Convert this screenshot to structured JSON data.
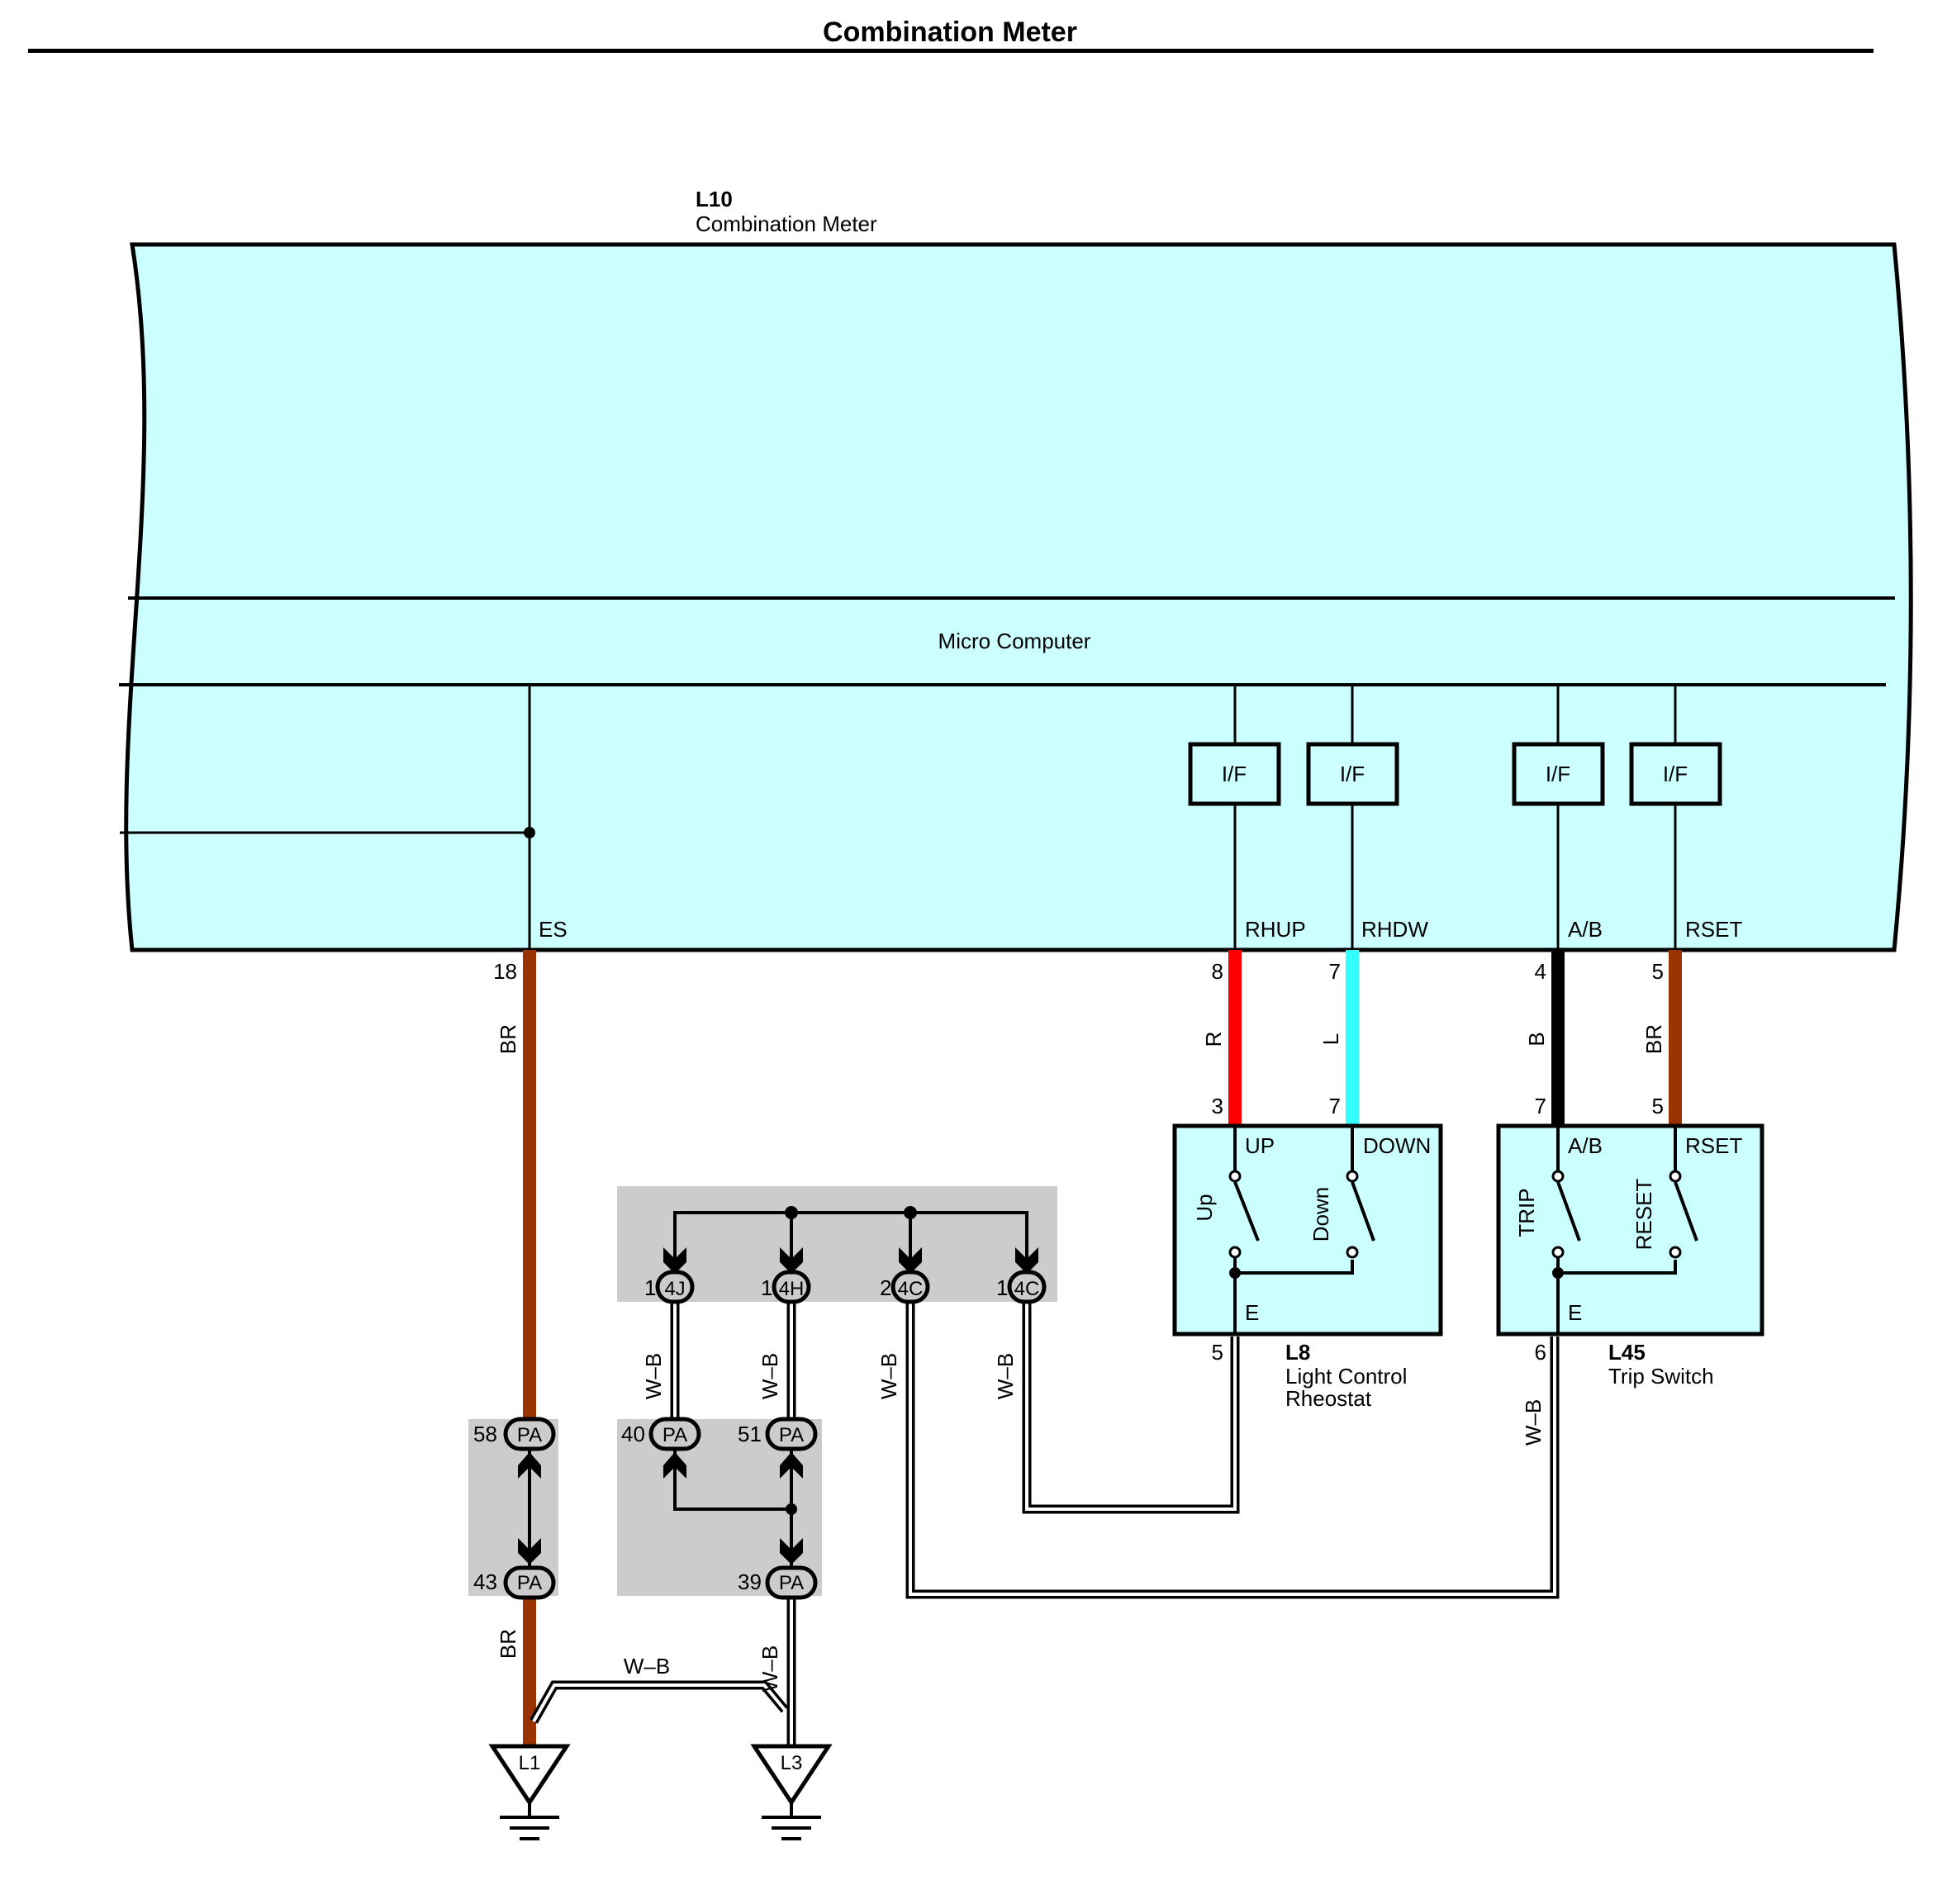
{
  "title": "Combination Meter",
  "meter": {
    "id": "L10",
    "name": "Combination Meter",
    "micro_label": "Micro Computer"
  },
  "terminals": {
    "es": "ES",
    "rhup": "RHUP",
    "rhdw": "RHDW",
    "ab": "A/B",
    "rset": "RSET"
  },
  "if_label": "I/F",
  "meter_pins": {
    "es": "18",
    "rhup": "8",
    "rhdw": "7",
    "ab": "4",
    "rset": "5"
  },
  "wire_colors": {
    "br": "BR",
    "r": "R",
    "l": "L",
    "b": "B",
    "wb": "W–B"
  },
  "rheostat": {
    "id": "L8",
    "name_line1": "Light Control",
    "name_line2": "Rheostat",
    "pin_up": "3",
    "pin_down": "7",
    "pin_e": "5",
    "up": "UP",
    "down": "DOWN",
    "e": "E",
    "sw_up": "Up",
    "sw_down": "Down"
  },
  "trip": {
    "id": "L45",
    "name": "Trip Switch",
    "pin_ab": "7",
    "pin_rset": "5",
    "pin_e": "6",
    "ab": "A/B",
    "rset": "RSET",
    "e": "E",
    "sw_trip": "TRIP",
    "sw_reset": "RESET"
  },
  "junction": [
    {
      "pin": "1",
      "name": "4J"
    },
    {
      "pin": "1",
      "name": "4H"
    },
    {
      "pin": "2",
      "name": "4C"
    },
    {
      "pin": "1",
      "name": "4C"
    }
  ],
  "pa": {
    "name": "PA",
    "p58": "58",
    "p43": "43",
    "p40": "40",
    "p51": "51",
    "p39": "39"
  },
  "grounds": {
    "g1": "L1",
    "g3": "L3"
  },
  "colors": {
    "body_fill": "#ccffff",
    "br": "#993300",
    "r": "#ff0000",
    "l": "#33ffff",
    "b": "#000000",
    "shade": "#cccccc"
  }
}
